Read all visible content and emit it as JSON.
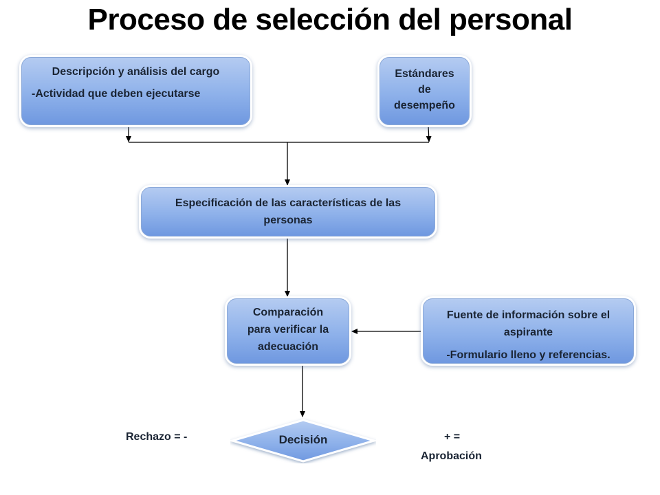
{
  "title": "Proceso de selección del personal",
  "nodes": {
    "job_description": {
      "title": "Descripción y análisis del cargo",
      "detail": "-Actividad que deben ejecutarse"
    },
    "performance_standards": {
      "lines": [
        "Estándares",
        "de",
        "desempeño"
      ]
    },
    "specification": {
      "lines": [
        "Especificación de las características de las",
        "personas"
      ]
    },
    "comparison": {
      "lines": [
        "Comparación",
        "para verificar la",
        "adecuación"
      ]
    },
    "information_source": {
      "lines": [
        "Fuente de información sobre el",
        "aspirante"
      ],
      "detail": "-Formulario lleno y referencias."
    },
    "decision": {
      "label": "Decisión"
    }
  },
  "outcomes": {
    "reject": "Rechazo = -",
    "approve_sign": "+ =",
    "approve": "Aprobación"
  },
  "colors": {
    "box_top": "#b4cbf1",
    "box_bottom": "#6f98e0",
    "text": "#1a2433",
    "connector": "#000000"
  }
}
